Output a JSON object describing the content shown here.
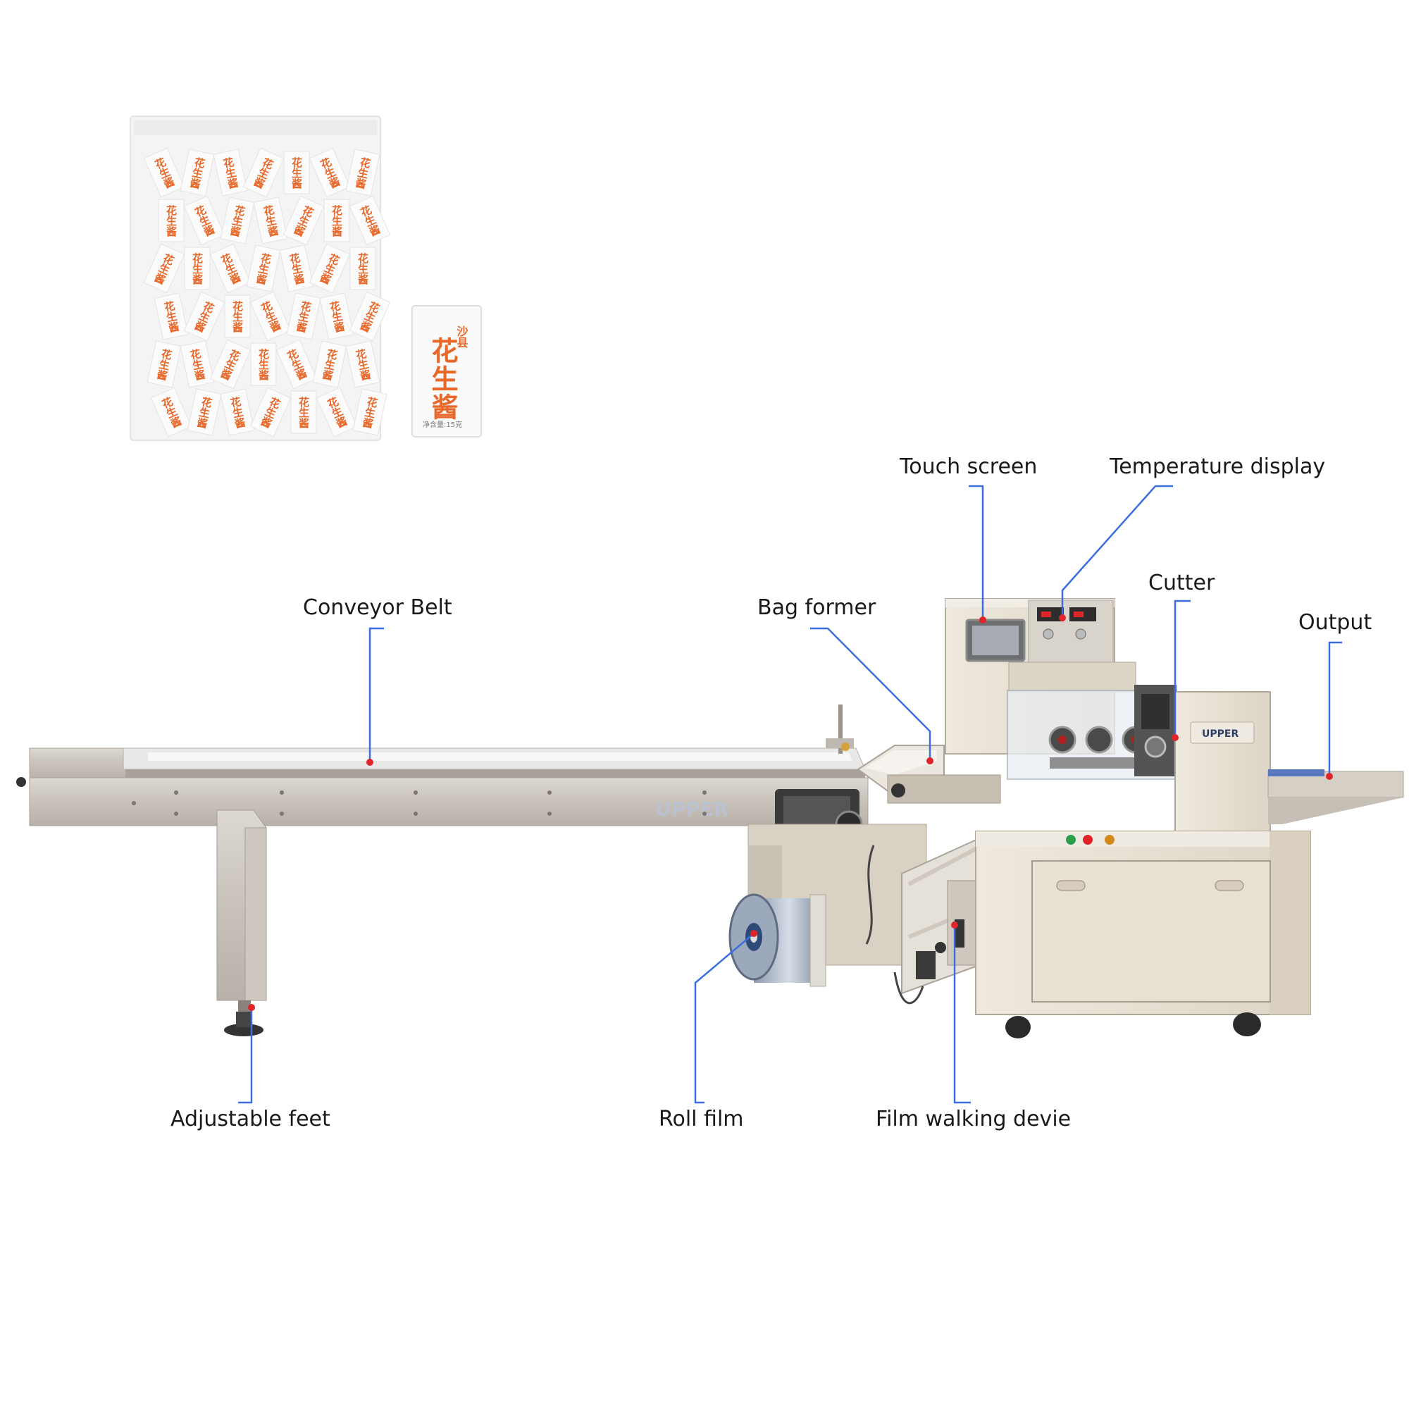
{
  "product": {
    "brand_mark": "UPPER",
    "bag_contents_label": "花生酱",
    "single_packet": {
      "top_label": "沙县",
      "main_label": "花生酱",
      "bottom_label": "净含量:15克"
    }
  },
  "machine": {
    "brand_logo": "UPPER"
  },
  "callouts": {
    "touch_screen": "Touch screen",
    "temperature_display": "Temperature display",
    "cutter": "Cutter",
    "output": "Output",
    "conveyor_belt": "Conveyor Belt",
    "bag_former": "Bag former",
    "adjustable_feet": "Adjustable feet",
    "roll_film": "Roll film",
    "film_walking_device": "Film walking devie"
  },
  "colors": {
    "leader_line": "#3b6fe0",
    "marker_dot": "#e0242a",
    "machine_body": "#e8e1d4",
    "stainless": "#cfc9c2",
    "packet_text": "#e8682a"
  }
}
